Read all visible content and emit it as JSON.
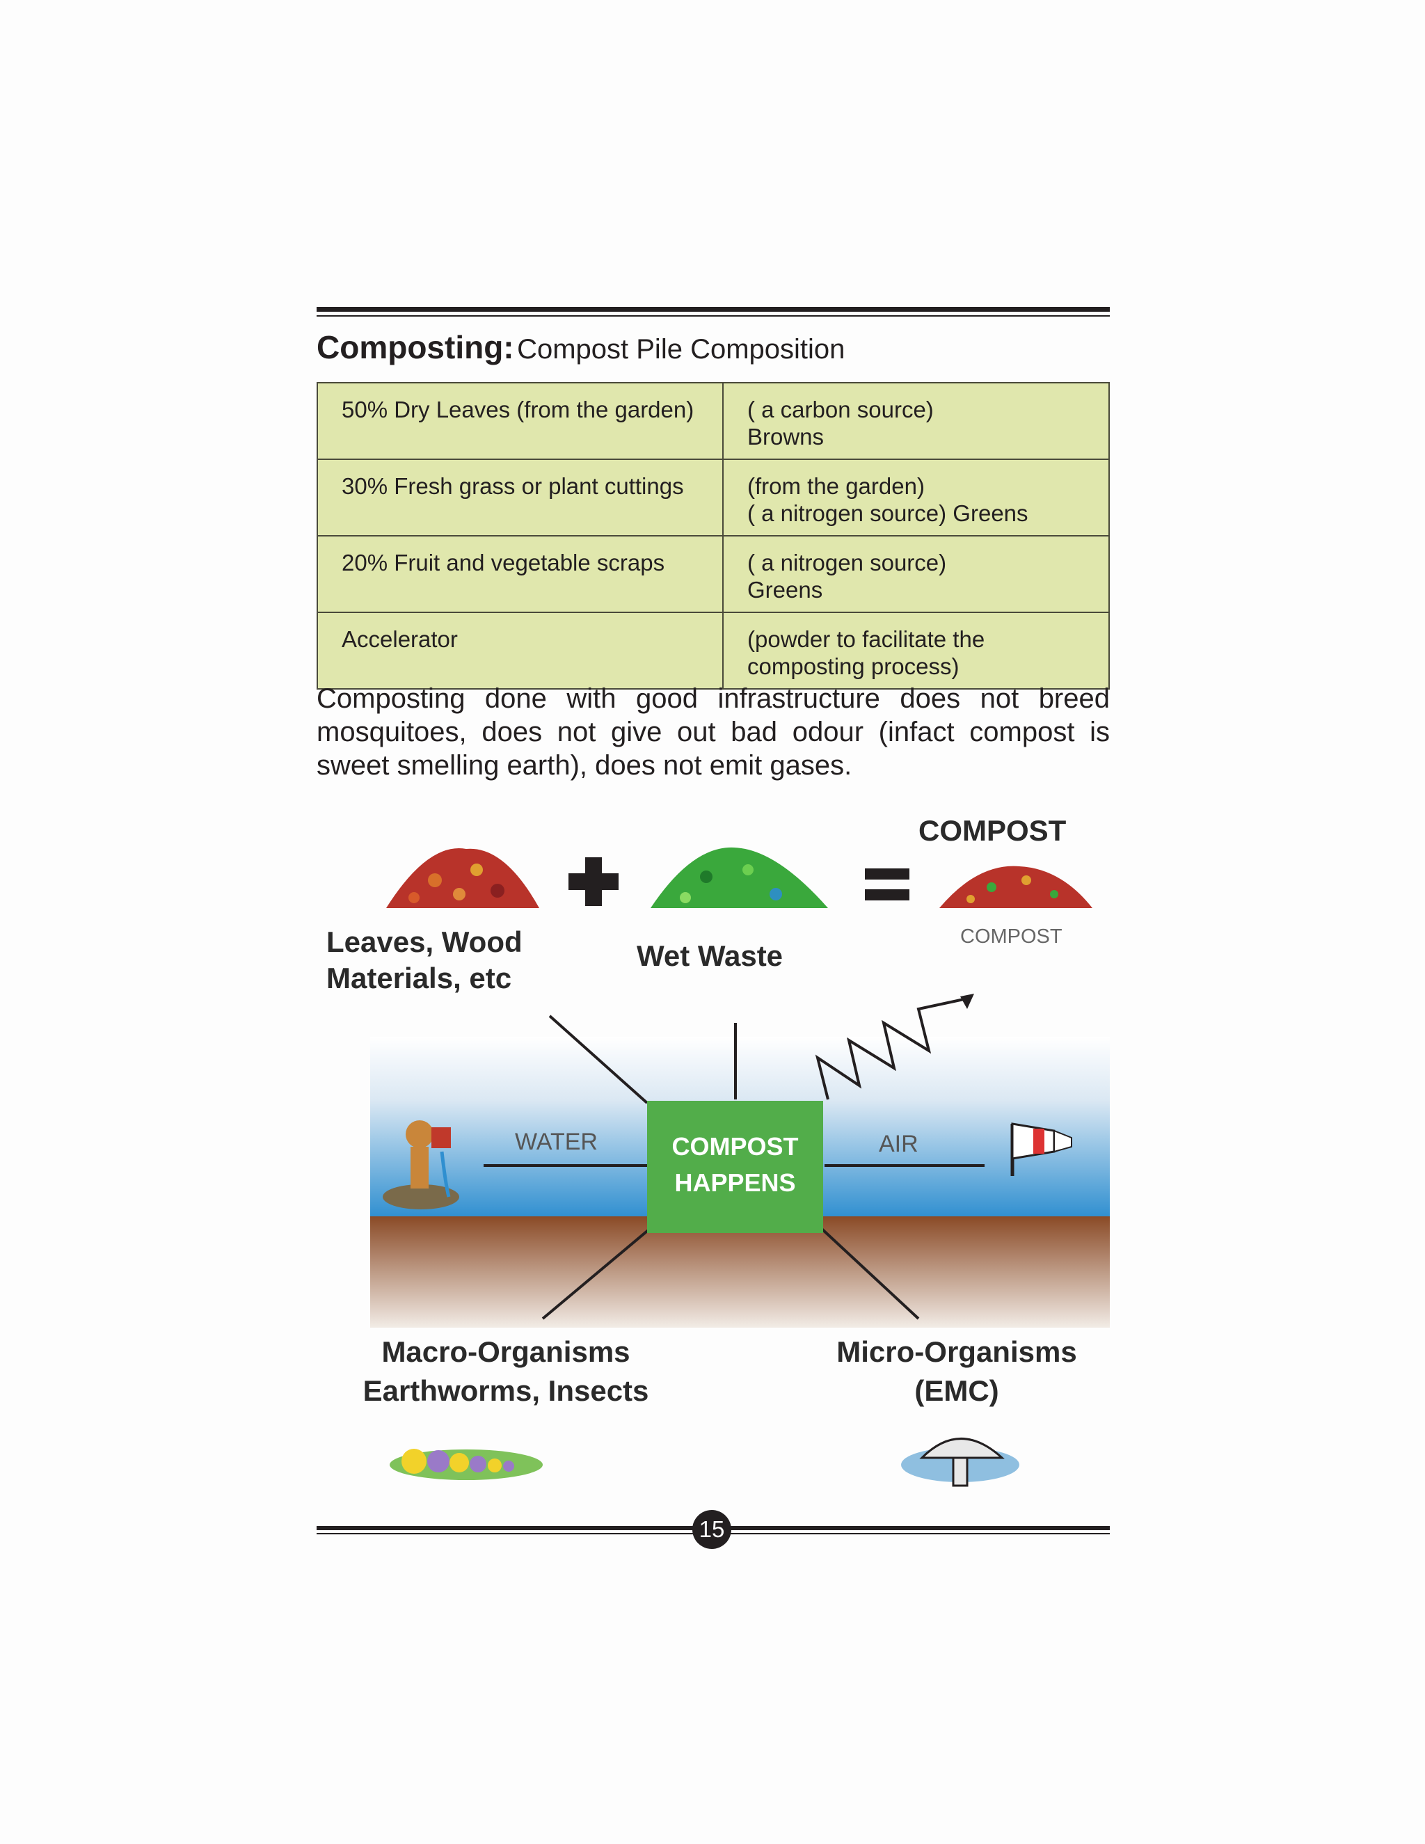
{
  "heading": {
    "lead": "Composting:",
    "sub": "Compost Pile Composition"
  },
  "table": {
    "rows": [
      {
        "item": "50% Dry Leaves (from the garden)",
        "note_lines": [
          "( a carbon source)",
          "Browns"
        ]
      },
      {
        "item": "30% Fresh grass or plant cuttings",
        "note_lines": [
          "(from the garden)",
          "( a nitrogen source) Greens"
        ]
      },
      {
        "item": "20% Fruit and vegetable scraps",
        "note_lines": [
          "( a nitrogen source)",
          "Greens"
        ]
      },
      {
        "item": "Accelerator",
        "note_lines": [
          "(powder to  facilitate  the",
          "composting process)"
        ]
      }
    ]
  },
  "paragraph": "Composting  done  with good infrastructure does not breed mosquitoes, does not give out bad odour (infact compost is sweet smelling earth), does not emit gases.",
  "figure": {
    "compost_title": "COMPOST",
    "compost_small": "COMPOST",
    "leaves_line1": "Leaves, Wood",
    "leaves_line2": "Materials, etc",
    "wet_waste": "Wet Waste",
    "water": "WATER",
    "air": "AIR",
    "center_line1": "COMPOST",
    "center_line2": "HAPPENS",
    "macro_line1": "Macro-Organisms",
    "macro_line2": "Earthworms, Insects",
    "micro_line1": "Micro-Organisms",
    "micro_line2": "(EMC)",
    "colors": {
      "green_box": "#52ad4a",
      "sky_top": "#e8f1f8",
      "water_blue": "#2f8fd0",
      "soil": "#9a5a32",
      "leaves": "#b8332a",
      "greens": "#3aa83c"
    }
  },
  "page_number": "15"
}
